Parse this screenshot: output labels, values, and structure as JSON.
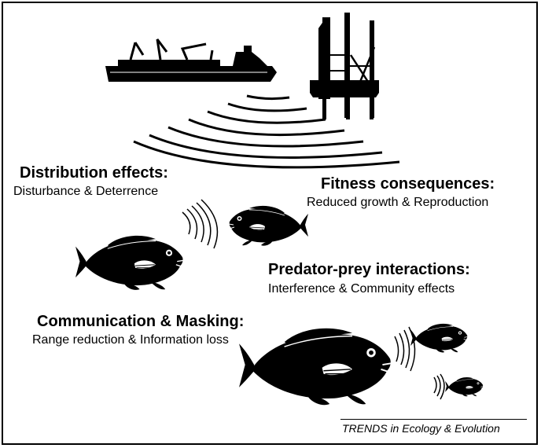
{
  "labels": {
    "distribution": {
      "title": "Distribution effects:",
      "subtitle": "Disturbance & Deterrence"
    },
    "fitness": {
      "title": "Fitness consequences:",
      "subtitle": "Reduced growth & Reproduction"
    },
    "predator": {
      "title": "Predator-prey interactions:",
      "subtitle": "Interference & Community effects"
    },
    "communication": {
      "title": "Communication & Masking:",
      "subtitle": "Range reduction & Information loss"
    }
  },
  "credit": "TRENDS in Ecology & Evolution",
  "colors": {
    "ink": "#000000",
    "paper": "#ffffff"
  },
  "icons": [
    "ship-icon",
    "oil-rig-icon",
    "sound-waves-icon",
    "fish-icon"
  ]
}
